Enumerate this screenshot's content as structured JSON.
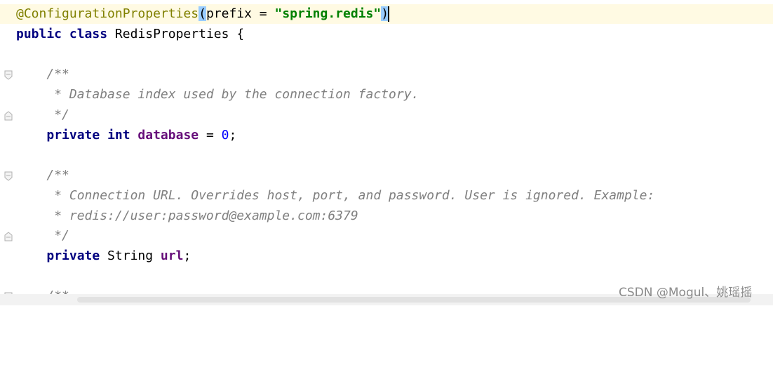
{
  "colors": {
    "annotation": "#808000",
    "keyword": "#000080",
    "field": "#660e7a",
    "number": "#0000ff",
    "string": "#008000",
    "comment": "#808080",
    "current_line": "#fffae3",
    "paren_highlight": "#99ccff"
  },
  "code": {
    "annotation": "@ConfigurationProperties",
    "open_paren": "(",
    "prefix_text": "prefix = ",
    "prefix_value": "\"spring.redis\"",
    "close_paren": ")",
    "class_kw_public": "public",
    "class_kw_class": "class",
    "class_name": " RedisProperties {",
    "doc1_open": "/**",
    "doc1_text": " * Database index used by the connection factory.",
    "doc1_close": " */",
    "field1_kw_private": "private",
    "field1_kw_int": "int",
    "field1_name": "database",
    "field1_assign": " = ",
    "field1_value": "0",
    "field1_end": ";",
    "doc2_open": "/**",
    "doc2_text1": " * Connection URL. Overrides host, port, and password. User is ignored. Example:",
    "doc2_text2": " * redis://user:password@example.com:6379",
    "doc2_close": " */",
    "field2_kw_private": "private",
    "field2_type": " String ",
    "field2_name": "url",
    "field2_end": ";",
    "doc3_open": "/**"
  },
  "icons": [
    "fold-marker-icon"
  ],
  "watermark": "CSDN @Mogul、姚瑶摇"
}
